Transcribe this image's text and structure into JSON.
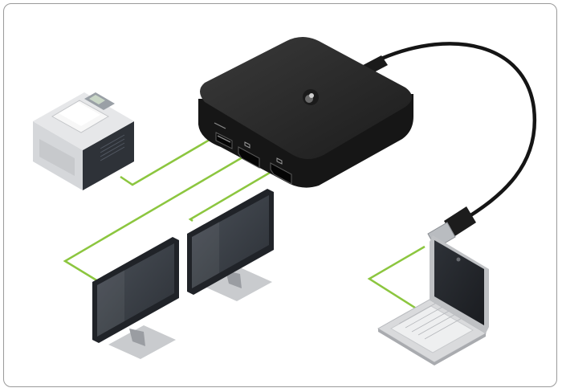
{
  "diagram": {
    "hub": {
      "ports": [
        "usb-a-port",
        "displayport-1",
        "displayport-2"
      ],
      "cable": "usb-c-cable"
    },
    "devices": [
      "printer",
      "monitor-left",
      "monitor-right",
      "laptop"
    ]
  },
  "colors": {
    "connection_line": "#8cc63f",
    "hub_body": "#1e1e1e",
    "hub_top": "#2c2c2c",
    "frame_border": "#9a9a9a",
    "cable": "#151515",
    "monitor_screen": "#3b4048",
    "printer_body": "#e6e7e9",
    "laptop_body": "#d9dadc"
  }
}
